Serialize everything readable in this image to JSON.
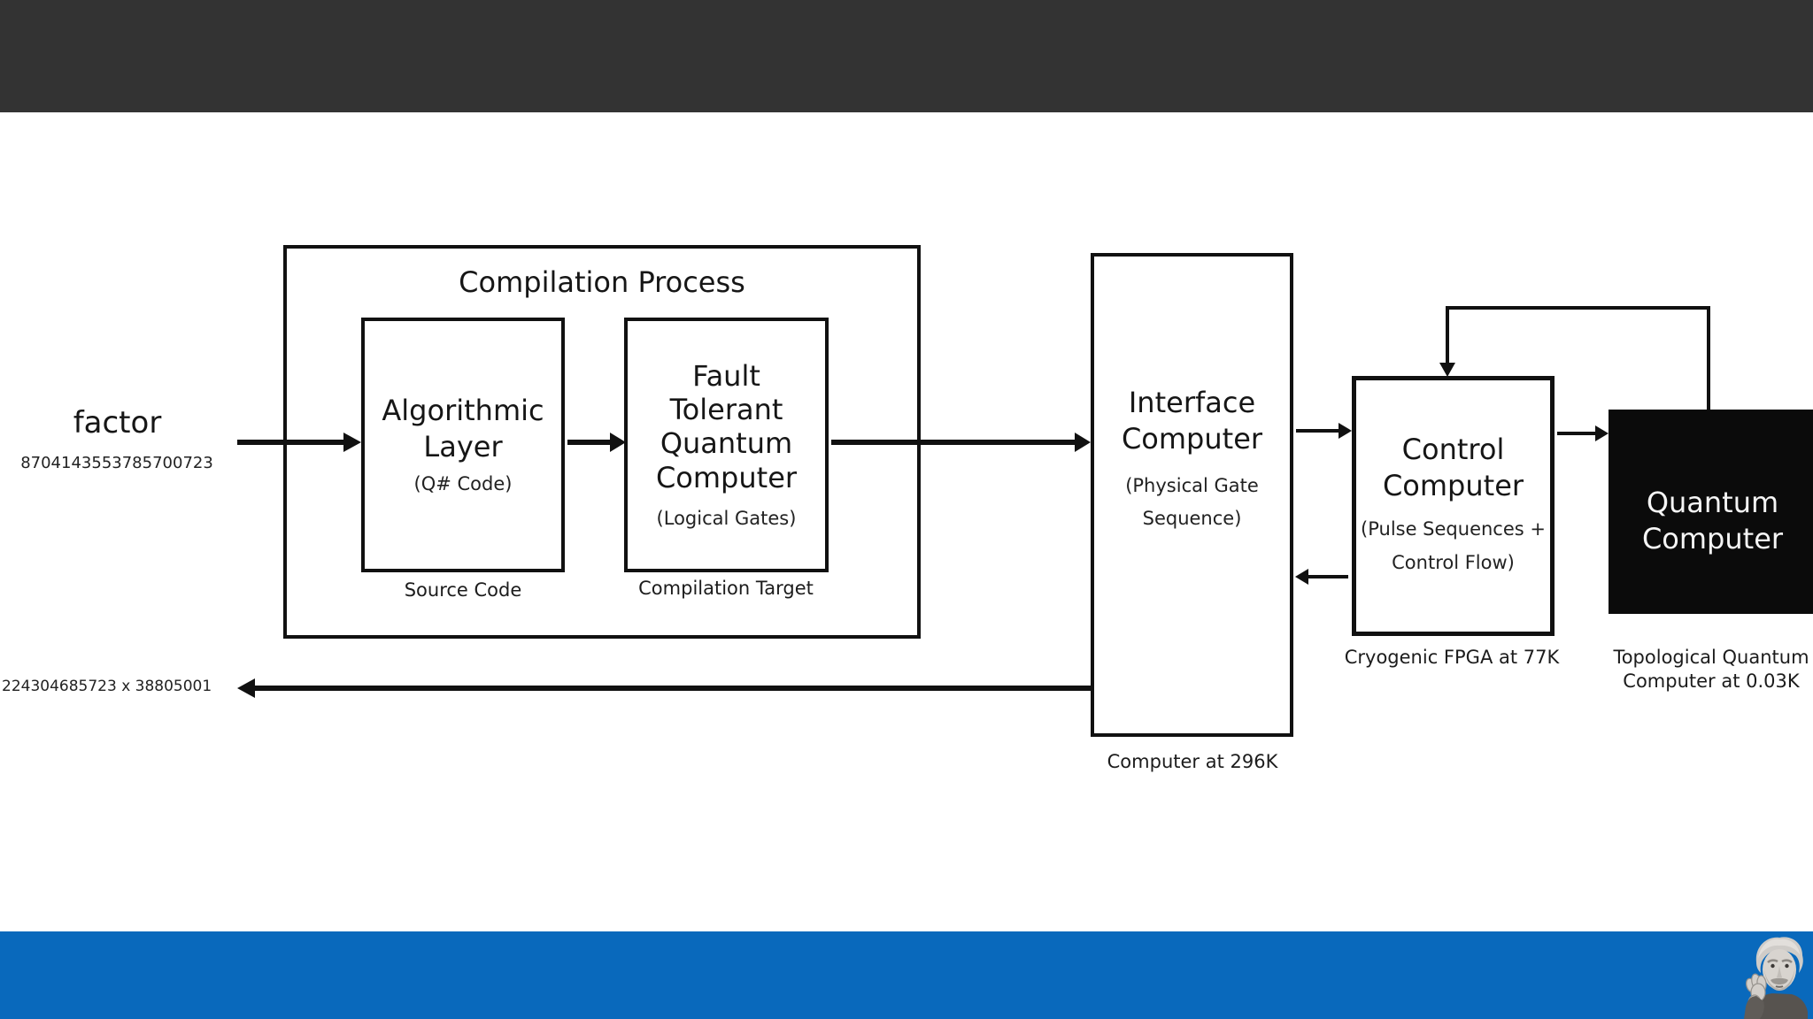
{
  "bars": {
    "top_color": "#333333",
    "bottom_color": "#0969bc"
  },
  "factor": {
    "label": "factor",
    "value": "8704143553785700723"
  },
  "result": {
    "value": "224304685723 x 38805001"
  },
  "compilation": {
    "title": "Compilation Process",
    "algorithmic": {
      "title": "Algorithmic Layer",
      "subtitle": "(Q# Code)",
      "caption": "Source Code"
    },
    "fault_tolerant": {
      "title": "Fault Tolerant Quantum Computer",
      "subtitle": "(Logical Gates)",
      "caption": "Compilation Target"
    }
  },
  "interface_computer": {
    "title": "Interface Computer",
    "subtitle": "(Physical Gate Sequence)",
    "caption": "Computer at 296K"
  },
  "control_computer": {
    "title": "Control Computer",
    "subtitle": "(Pulse Sequences + Control Flow)",
    "caption": "Cryogenic FPGA at 77K"
  },
  "quantum_computer": {
    "title": "Quantum Computer",
    "caption": "Topological Quantum Computer at 0.03K"
  },
  "icons": {
    "einstein": "einstein-photo"
  }
}
